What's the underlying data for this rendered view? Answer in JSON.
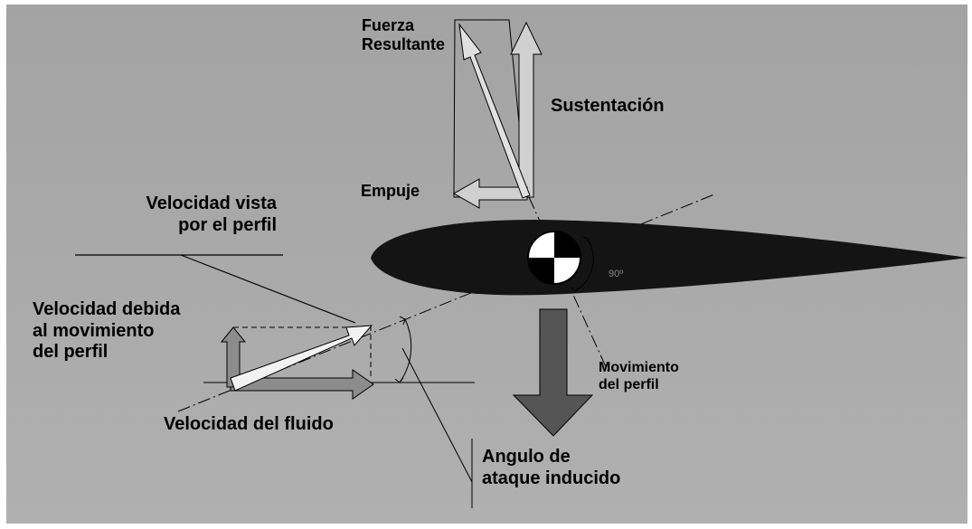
{
  "diagram": {
    "labels": {
      "resultant_force": [
        "Fuerza",
        "Resultante"
      ],
      "lift": "Sustentación",
      "thrust": "Empuje",
      "seen_velocity": [
        "Velocidad vista",
        "por el perfil"
      ],
      "movement_velocity": [
        "Velocidad debida",
        "al movimiento",
        "del perfil"
      ],
      "fluid_velocity": "Velocidad del fluido",
      "profile_movement": [
        "Movimiento",
        "del perfil"
      ],
      "induced_angle": [
        "Angulo de",
        "ataque inducido"
      ],
      "right_angle": "90º"
    },
    "colors": {
      "background": "#a9a9a9",
      "airfoil": "#141414",
      "arrow_light": "#d8d8d8",
      "arrow_mid": "#8c8c8c",
      "arrow_dark": "#555555",
      "line": "#000000"
    }
  }
}
